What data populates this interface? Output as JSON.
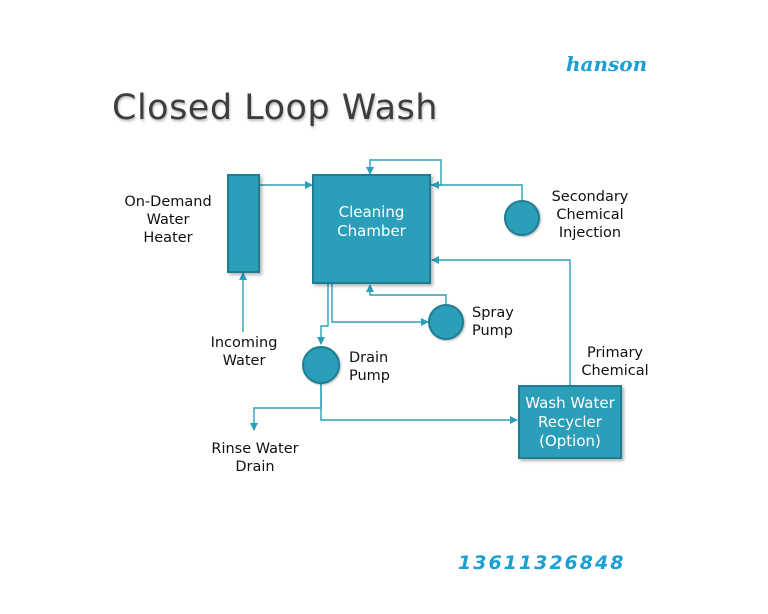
{
  "title": "Closed Loop Wash",
  "brand": "hanson",
  "phone": "13611326848",
  "colors": {
    "accent": "#2b9fb9",
    "accent_border": "#1f7d93",
    "watermark": "#1b9fd4"
  },
  "components": {
    "cleaning_chamber": [
      "Cleaning",
      "Chamber"
    ],
    "wash_water_recycler": [
      "Wash Water",
      "Recycler",
      "(Option)"
    ]
  },
  "labels": {
    "heater": [
      "On-Demand",
      "Water",
      "Heater"
    ],
    "incoming_water": [
      "Incoming",
      "Water"
    ],
    "drain_pump": [
      "Drain",
      "Pump"
    ],
    "spray_pump": [
      "Spray",
      "Pump"
    ],
    "secondary_chemical": [
      "Secondary",
      "Chemical",
      "Injection"
    ],
    "primary_chemical": [
      "Primary",
      "Chemical"
    ],
    "rinse_water_drain": [
      "Rinse Water",
      "Drain"
    ]
  }
}
